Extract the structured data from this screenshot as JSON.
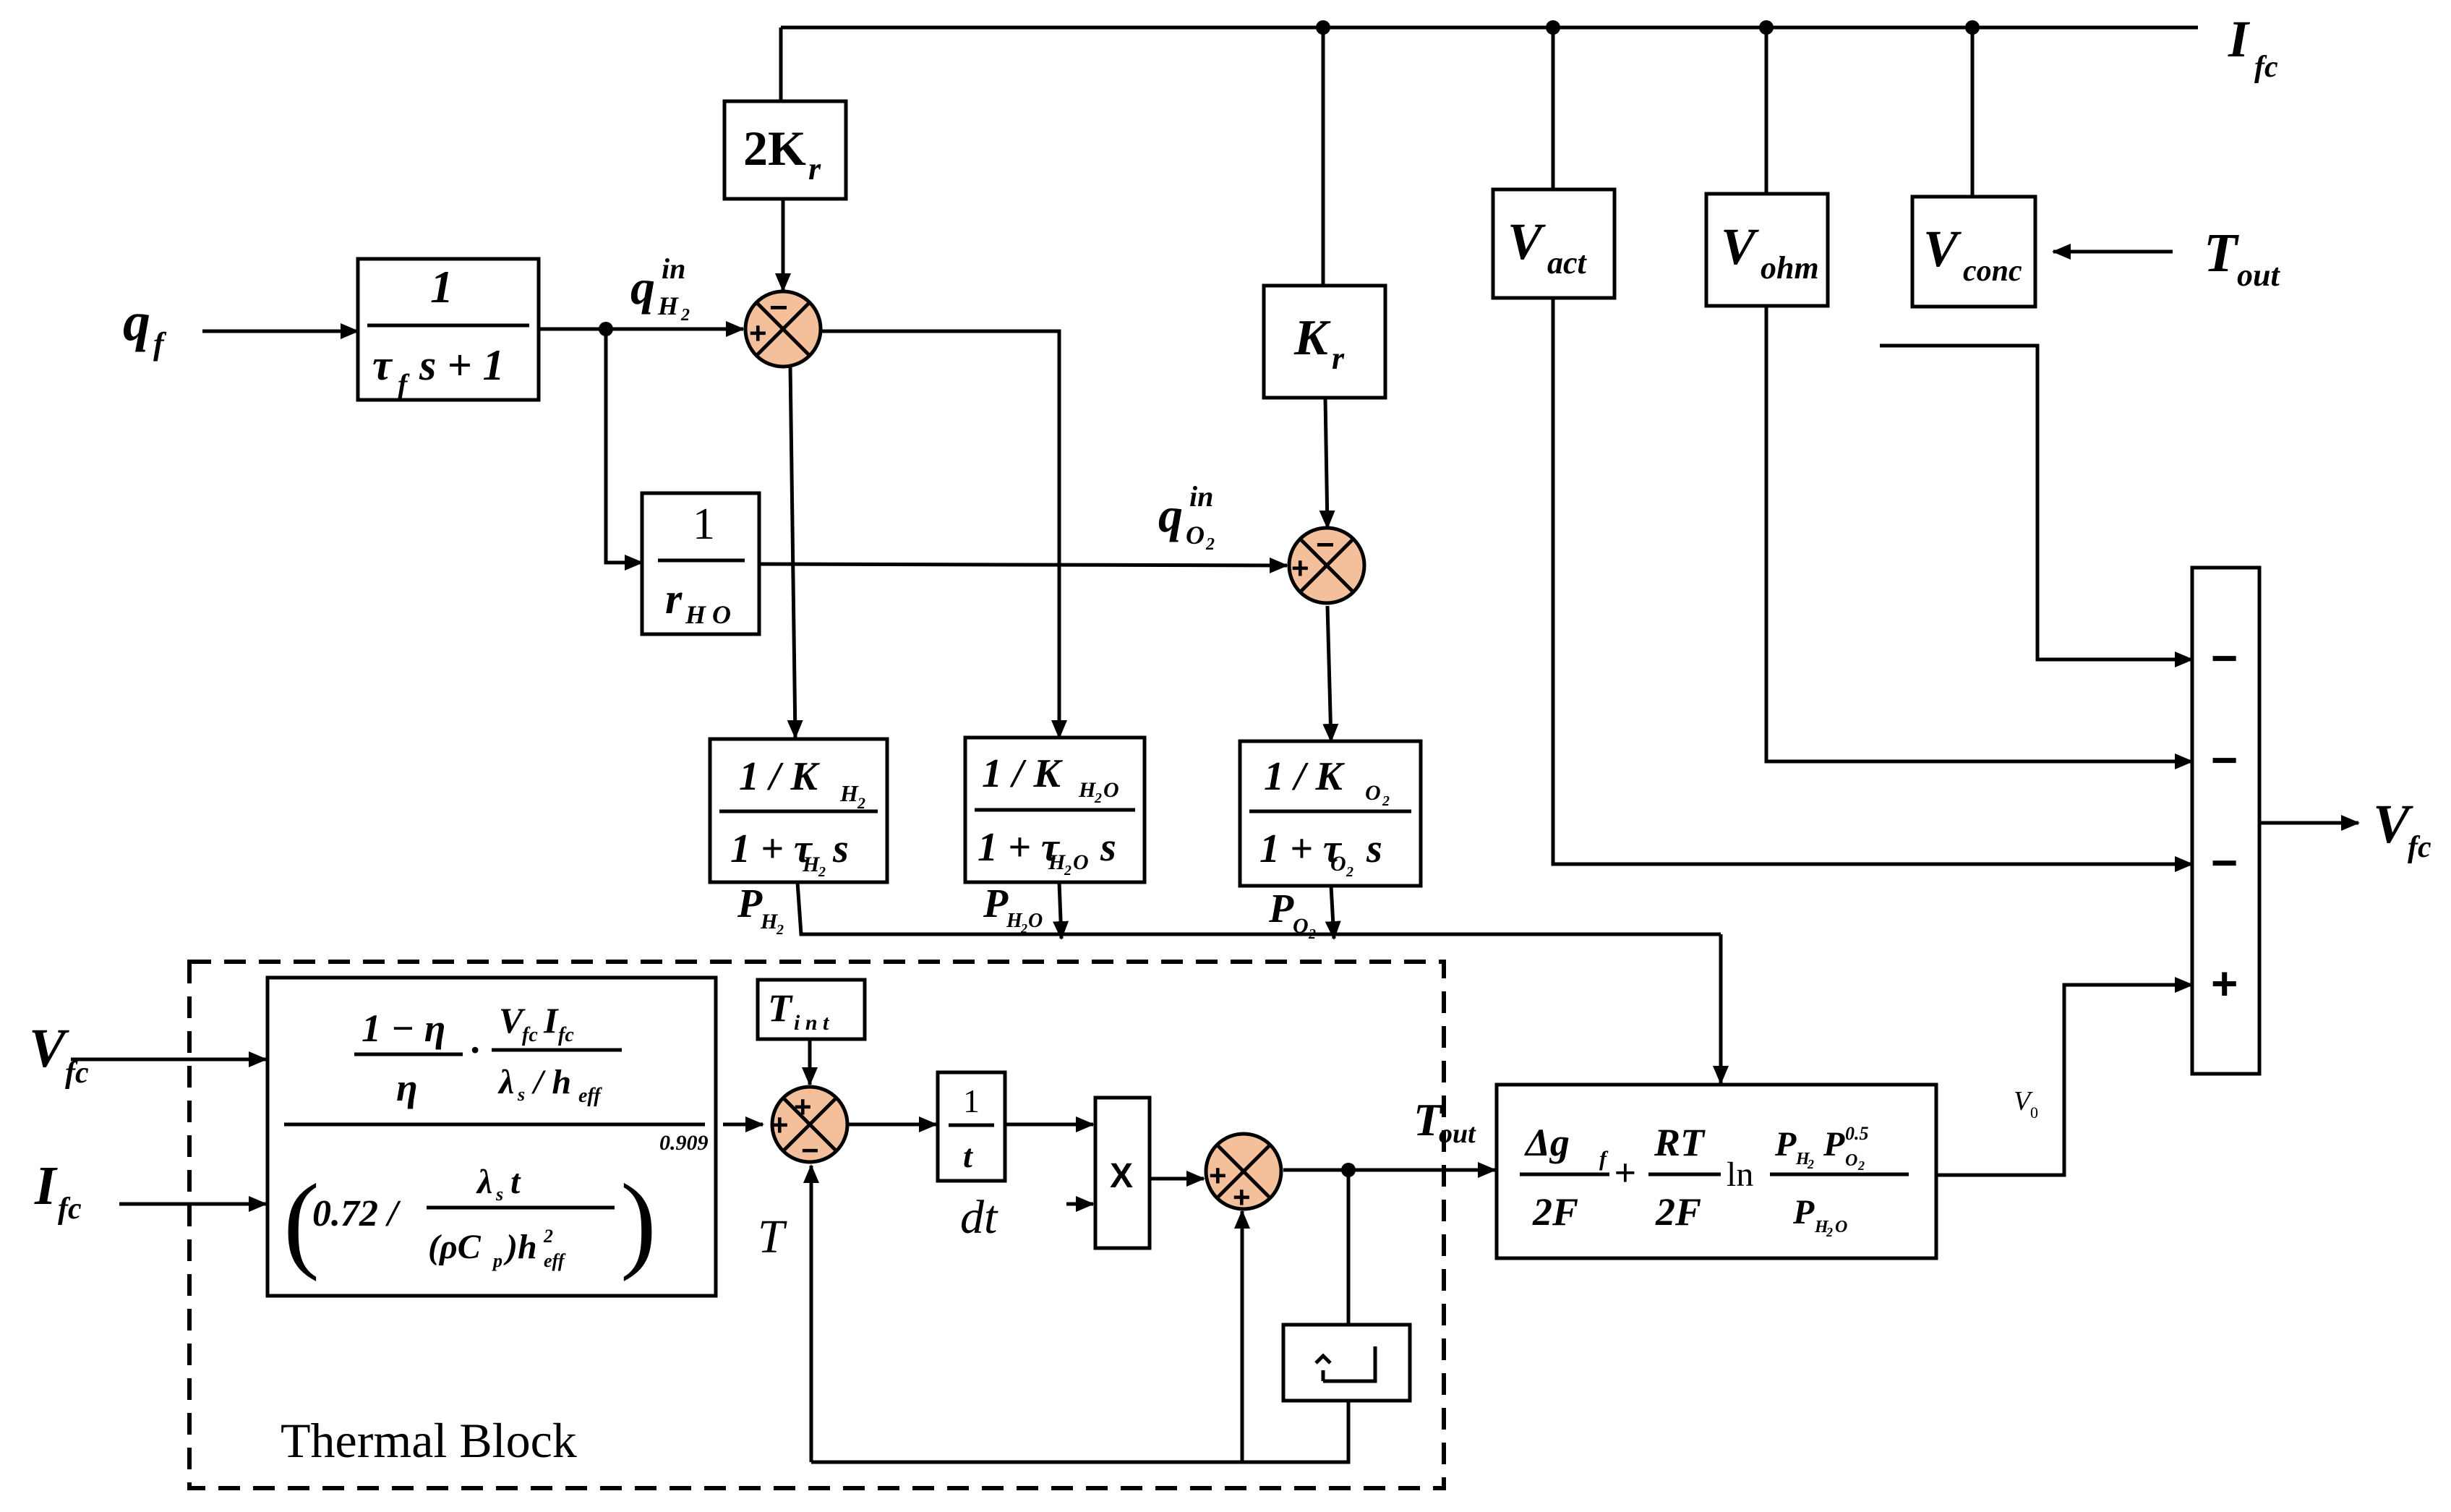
{
  "signals": {
    "ifc_top": "I",
    "ifc_top_sub": "fc",
    "qf": "q",
    "qf_sub": "f",
    "tout": "T",
    "tout_sub": "out",
    "vfc_out": "V",
    "vfc_out_sub": "fc",
    "vfc_in": "V",
    "vfc_in_sub": "fc",
    "ifc_in": "I",
    "ifc_in_sub": "fc",
    "qh2in": "q",
    "qh2in_sup": "in",
    "qh2in_sub": "H",
    "qo2in": "q",
    "qo2in_sup": "in",
    "qo2in_sub": "O",
    "ph2": "P",
    "ph2_sub": "H",
    "ph2o": "P",
    "ph2o_sub": "H",
    "po2": "P",
    "po2_sub": "O",
    "tout_mid": "T",
    "tout_mid_sub": "out",
    "t_fb": "T",
    "dt": "dt",
    "v0": "V",
    "v0_sub": "0"
  },
  "blocks": {
    "kr2": "2K",
    "kr2_sub": "r",
    "kr": "K",
    "kr_sub": "r",
    "vact": "V",
    "vact_sub": "act",
    "vohm": "V",
    "vohm_sub": "ohm",
    "vconc": "V",
    "vconc_sub": "conc",
    "tf_num": "1",
    "tf_den": "τ",
    "tf_den_sub": "f",
    "tf_den_rest": "s + 1",
    "rho_num": "1",
    "rho_den": "r",
    "rho_den_sub": "H O",
    "kh2_num": "1 / K",
    "kh2_den": "1 + τ",
    "kh2_den_s": "s",
    "kh2o_num": "1 / K",
    "kh2o_den": "1 + τ",
    "kh2o_den_s": "s",
    "ko2_num": "1 / K",
    "ko2_den": "1 + τ",
    "ko2_den_s": "s",
    "tint": "T",
    "tint_sub": "i n t",
    "integ_num": "1",
    "integ_den": "t",
    "mult": "X",
    "thermal_eq_exp": "0.909",
    "thermal_eq_const": "0.72 /",
    "nernst_dg": "Δg",
    "nernst_2f": "2F",
    "nernst_rt": "RT",
    "nernst_ln": "ln",
    "nernst_exp": "0.5"
  },
  "sum_signs": [
    "−",
    "−",
    "−",
    "+"
  ],
  "thermal_block_label": "Thermal Block",
  "colors": {
    "summing_junction": "#f4bf9b"
  }
}
